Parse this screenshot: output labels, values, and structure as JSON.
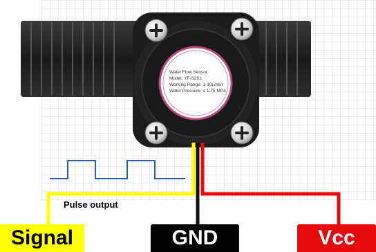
{
  "sensor": {
    "line1": "Water Flow Sensor",
    "line2": "Model: YF-S201",
    "line3": "Working Range: 1-30L/min",
    "line4": "Water Pressure: ≤ 1.75 MPa"
  },
  "annotation": {
    "pulse_output": "Pulse output"
  },
  "labels": {
    "signal": "Signal",
    "gnd": "GND",
    "vcc": "Vcc"
  },
  "colors": {
    "signal": "#ffff00",
    "gnd": "#000000",
    "vcc": "#e6080a",
    "pulse_wave": "#2a5db0",
    "ring": "#c0457a"
  },
  "icons": [
    "screw-icon",
    "pipe-thread",
    "pulse-waveform"
  ]
}
